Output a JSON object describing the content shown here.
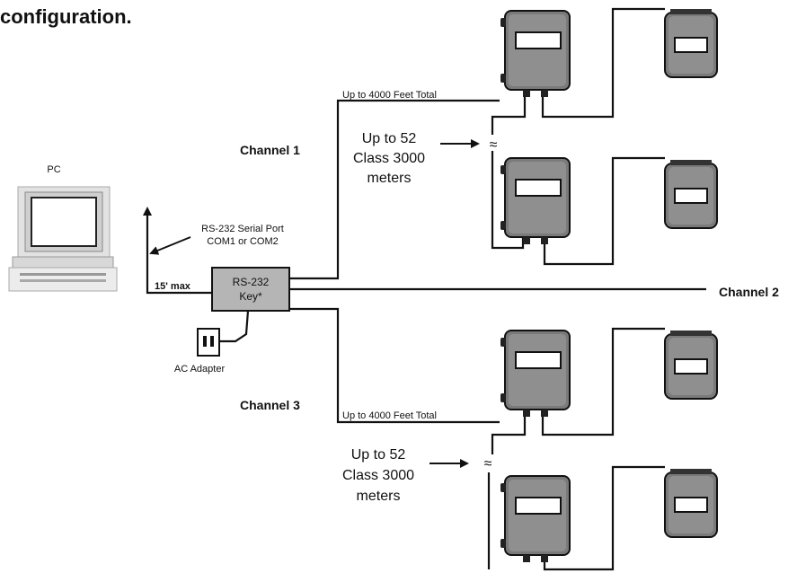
{
  "title": "configuration.",
  "pc": {
    "label": "PC"
  },
  "serial_port": {
    "line1": "RS-232 Serial Port",
    "line2": "COM1 or COM2"
  },
  "cable_length": "15' max",
  "key": {
    "line1": "RS-232",
    "line2": "Key*"
  },
  "ac_adapter": "AC Adapter",
  "channels": {
    "ch1": "Channel 1",
    "ch2": "Channel 2",
    "ch3": "Channel 3"
  },
  "distance_label": "Up to 4000 Feet Total",
  "meter_note": {
    "line1": "Up to 52",
    "line2": "Class 3000",
    "line3": "meters"
  },
  "break_symbol": "≈"
}
